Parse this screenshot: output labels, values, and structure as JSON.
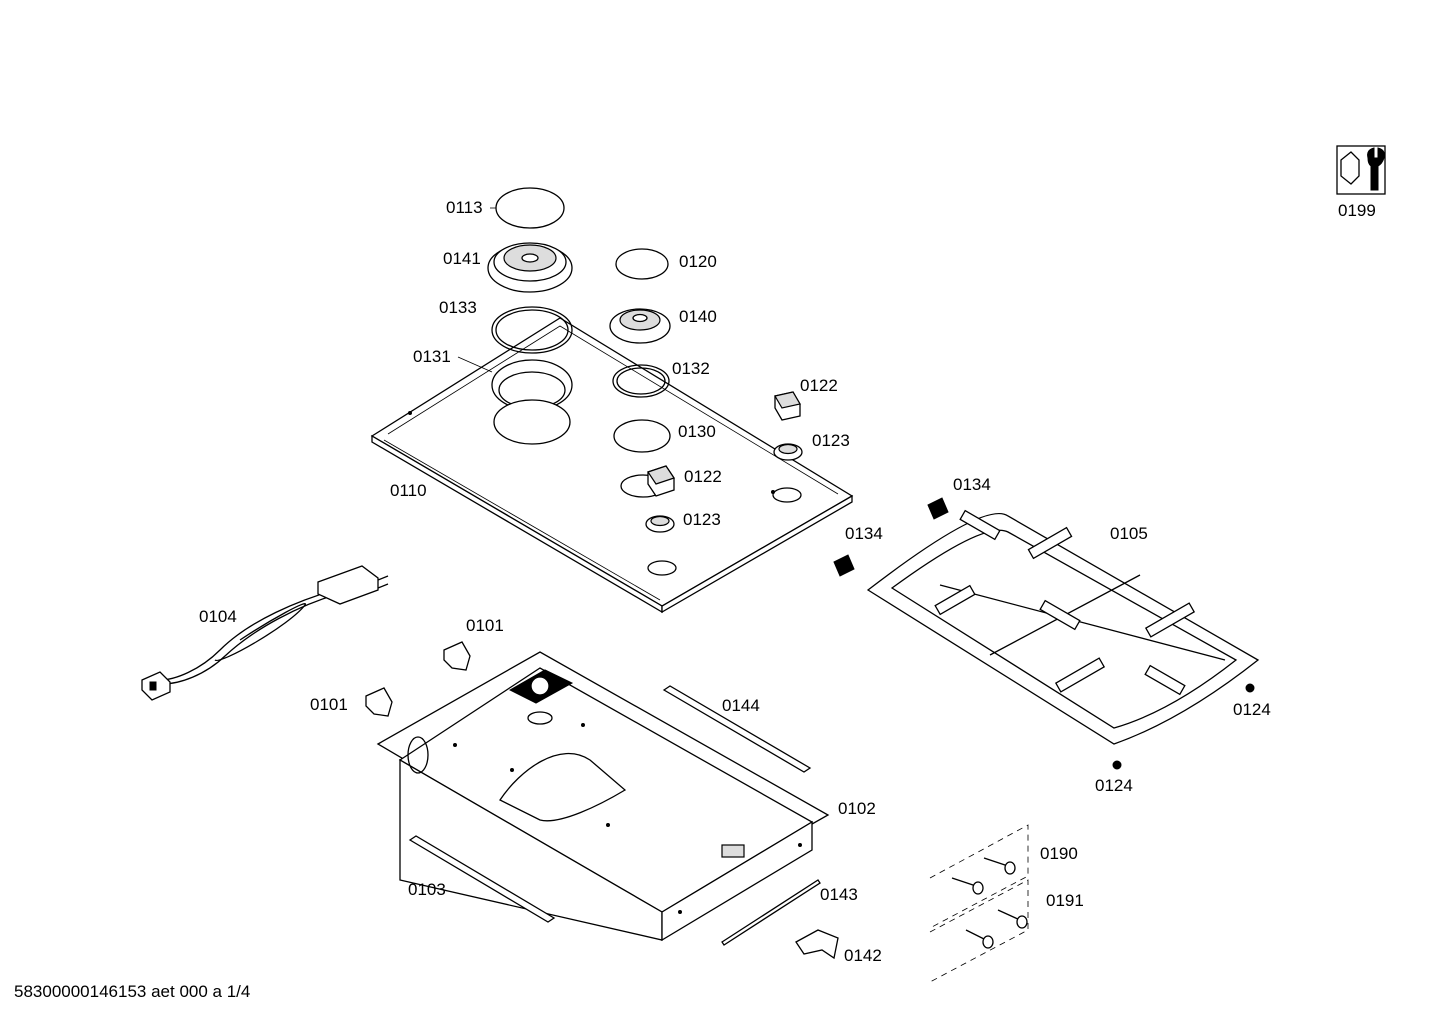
{
  "labels": {
    "p0113": "0113",
    "p0141": "0141",
    "p0133": "0133",
    "p0131": "0131",
    "p0120": "0120",
    "p0140": "0140",
    "p0132": "0132",
    "p0130": "0130",
    "p0122a": "0122",
    "p0123a": "0123",
    "p0122b": "0122",
    "p0123b": "0123",
    "p0110": "0110",
    "p0134a": "0134",
    "p0134b": "0134",
    "p0105": "0105",
    "p0124a": "0124",
    "p0124b": "0124",
    "p0104": "0104",
    "p0101a": "0101",
    "p0101b": "0101",
    "p0144": "0144",
    "p0102": "0102",
    "p0103": "0103",
    "p0143": "0143",
    "p0142": "0142",
    "p0190": "0190",
    "p0191": "0191",
    "p0199": "0199"
  },
  "footer": "58300000146153 aet 000 a 1/4",
  "icons": {
    "service_tool": "wrench-nut-icon"
  }
}
